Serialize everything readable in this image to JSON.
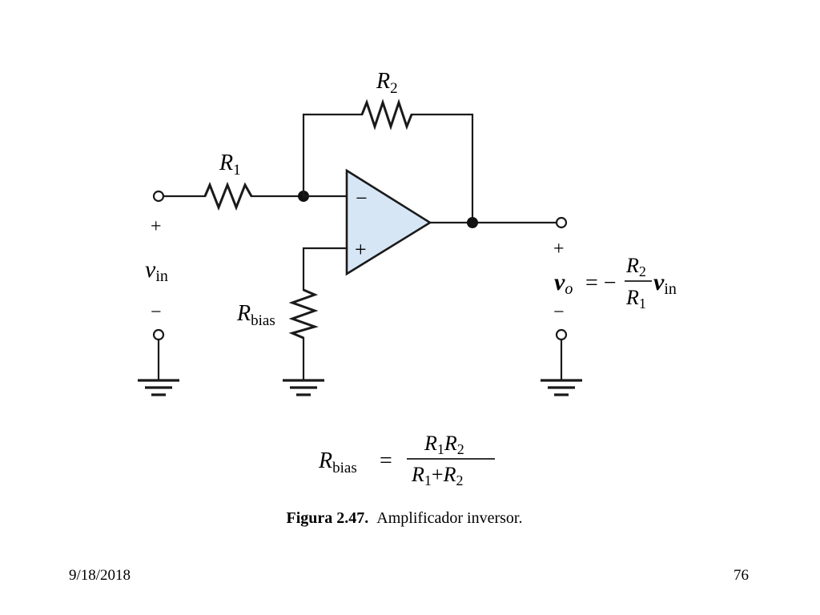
{
  "labels": {
    "r2_main": "R",
    "r2_sub": "2",
    "r1_main": "R",
    "r1_sub": "1",
    "rbias_main": "R",
    "rbias_sub": "bias",
    "minus": "−",
    "plus": "+",
    "vin_main": "v",
    "vin_sub": "in",
    "vo_main": "v",
    "vo_sub": "o",
    "vo_equals": "= −",
    "frac_num_main": "R",
    "frac_num_sub": "2",
    "frac_den_main": "R",
    "frac_den_sub": "1",
    "vo_vin_main": "v",
    "vo_vin_sub": "in"
  },
  "formula": {
    "lhs_main": "R",
    "lhs_sub": "bias",
    "equals": "=",
    "num_a_main": "R",
    "num_a_sub": "1",
    "num_b_main": "R",
    "num_b_sub": "2",
    "den_a_main": "R",
    "den_a_sub": "1",
    "den_op": "+",
    "den_b_main": "R",
    "den_b_sub": "2"
  },
  "caption": {
    "figure_label": "Figura 2.47.",
    "text": "Amplificador inversor."
  },
  "footer": {
    "date": "9/18/2018",
    "page": "76"
  },
  "colors": {
    "opamp_fill": "#d6e6f5",
    "line": "#1a1a1a"
  }
}
